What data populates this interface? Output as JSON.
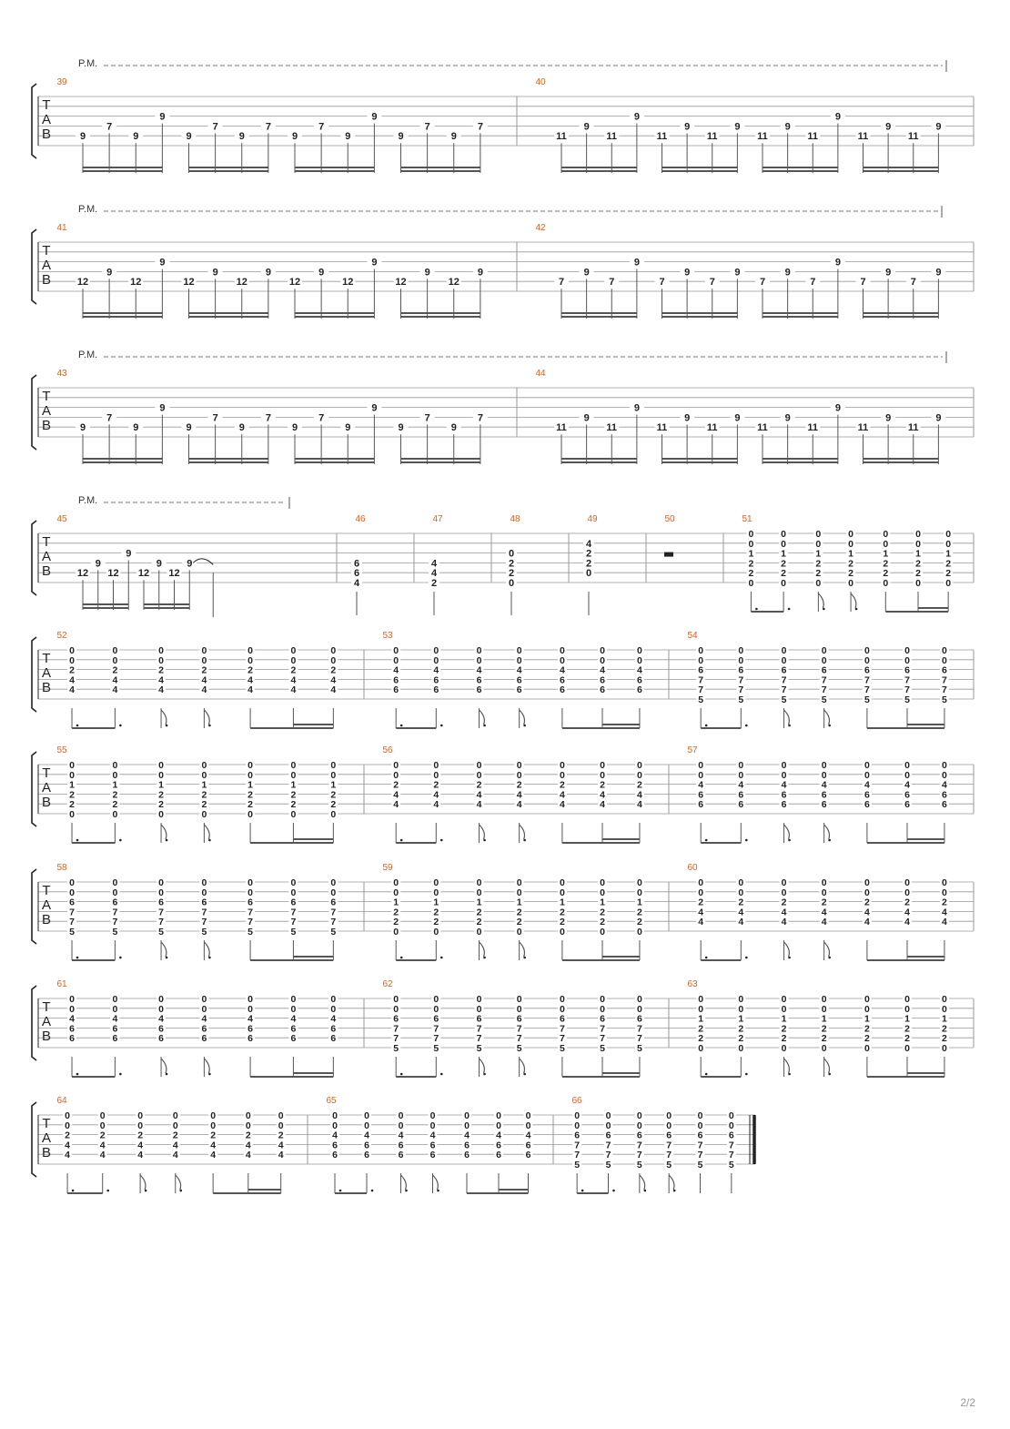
{
  "tab_letters": [
    "T",
    "A",
    "B"
  ],
  "pm_label": "P.M.",
  "page_number": "2/2",
  "systems": [
    {
      "pm": true,
      "measures": [
        {
          "number": "39",
          "kind": "pm16",
          "notes": [
            [
              "9",
              "A"
            ],
            [
              "7",
              "D"
            ],
            [
              "9",
              "A"
            ],
            [
              "9",
              "G"
            ],
            [
              "9",
              "A"
            ],
            [
              "7",
              "D"
            ],
            [
              "9",
              "A"
            ],
            [
              "7",
              "D"
            ],
            [
              "9",
              "A"
            ],
            [
              "7",
              "D"
            ],
            [
              "9",
              "A"
            ],
            [
              "9",
              "G"
            ],
            [
              "9",
              "A"
            ],
            [
              "7",
              "D"
            ],
            [
              "9",
              "A"
            ],
            [
              "7",
              "D"
            ]
          ]
        },
        {
          "number": "40",
          "kind": "pm16",
          "notes": [
            [
              "11",
              "A"
            ],
            [
              "9",
              "D"
            ],
            [
              "11",
              "A"
            ],
            [
              "9",
              "G"
            ],
            [
              "11",
              "A"
            ],
            [
              "9",
              "D"
            ],
            [
              "11",
              "A"
            ],
            [
              "9",
              "D"
            ],
            [
              "11",
              "A"
            ],
            [
              "9",
              "D"
            ],
            [
              "11",
              "A"
            ],
            [
              "9",
              "G"
            ],
            [
              "11",
              "A"
            ],
            [
              "9",
              "D"
            ],
            [
              "11",
              "A"
            ],
            [
              "9",
              "D"
            ]
          ]
        }
      ]
    },
    {
      "pm": true,
      "measures": [
        {
          "number": "41",
          "kind": "pm16",
          "notes": [
            [
              "12",
              "A"
            ],
            [
              "9",
              "D"
            ],
            [
              "12",
              "A"
            ],
            [
              "9",
              "G"
            ],
            [
              "12",
              "A"
            ],
            [
              "9",
              "D"
            ],
            [
              "12",
              "A"
            ],
            [
              "9",
              "D"
            ],
            [
              "12",
              "A"
            ],
            [
              "9",
              "D"
            ],
            [
              "12",
              "A"
            ],
            [
              "9",
              "G"
            ],
            [
              "12",
              "A"
            ],
            [
              "9",
              "D"
            ],
            [
              "12",
              "A"
            ],
            [
              "9",
              "D"
            ]
          ]
        },
        {
          "number": "42",
          "kind": "pm16",
          "notes": [
            [
              "7",
              "A"
            ],
            [
              "9",
              "D"
            ],
            [
              "7",
              "A"
            ],
            [
              "9",
              "G"
            ],
            [
              "7",
              "A"
            ],
            [
              "9",
              "D"
            ],
            [
              "7",
              "A"
            ],
            [
              "9",
              "D"
            ],
            [
              "7",
              "A"
            ],
            [
              "9",
              "D"
            ],
            [
              "7",
              "A"
            ],
            [
              "9",
              "G"
            ],
            [
              "7",
              "A"
            ],
            [
              "9",
              "D"
            ],
            [
              "7",
              "A"
            ],
            [
              "9",
              "D"
            ]
          ]
        }
      ]
    },
    {
      "pm": true,
      "measures": [
        {
          "number": "43",
          "kind": "pm16",
          "notes": [
            [
              "9",
              "A"
            ],
            [
              "7",
              "D"
            ],
            [
              "9",
              "A"
            ],
            [
              "9",
              "G"
            ],
            [
              "9",
              "A"
            ],
            [
              "7",
              "D"
            ],
            [
              "9",
              "A"
            ],
            [
              "7",
              "D"
            ],
            [
              "9",
              "A"
            ],
            [
              "7",
              "D"
            ],
            [
              "9",
              "A"
            ],
            [
              "9",
              "G"
            ],
            [
              "9",
              "A"
            ],
            [
              "7",
              "D"
            ],
            [
              "9",
              "A"
            ],
            [
              "7",
              "D"
            ]
          ]
        },
        {
          "number": "44",
          "kind": "pm16",
          "notes": [
            [
              "11",
              "A"
            ],
            [
              "9",
              "D"
            ],
            [
              "11",
              "A"
            ],
            [
              "9",
              "G"
            ],
            [
              "11",
              "A"
            ],
            [
              "9",
              "D"
            ],
            [
              "11",
              "A"
            ],
            [
              "9",
              "D"
            ],
            [
              "11",
              "A"
            ],
            [
              "9",
              "D"
            ],
            [
              "11",
              "A"
            ],
            [
              "9",
              "G"
            ],
            [
              "11",
              "A"
            ],
            [
              "9",
              "D"
            ],
            [
              "11",
              "A"
            ],
            [
              "9",
              "D"
            ]
          ]
        }
      ]
    },
    {
      "pm": true,
      "measures": [
        {
          "number": "45",
          "kind": "pm8",
          "notes": [
            [
              "12",
              "A"
            ],
            [
              "9",
              "D"
            ],
            [
              "12",
              "A"
            ],
            [
              "9",
              "G"
            ],
            [
              "12",
              "A"
            ],
            [
              "9",
              "D"
            ],
            [
              "12",
              "A"
            ],
            [
              "9",
              "D"
            ]
          ]
        },
        {
          "number": "46",
          "kind": "chord",
          "frets": [
            "",
            "",
            "",
            "6",
            "6",
            "4"
          ]
        },
        {
          "number": "47",
          "kind": "chord",
          "frets": [
            "",
            "",
            "",
            "4",
            "4",
            "2"
          ]
        },
        {
          "number": "48",
          "kind": "chord",
          "frets": [
            "",
            "",
            "0",
            "2",
            "2",
            "0"
          ]
        },
        {
          "number": "49",
          "kind": "chord",
          "frets": [
            "",
            "4",
            "2",
            "2",
            "0",
            ""
          ]
        },
        {
          "number": "50",
          "kind": "rest"
        },
        {
          "number": "51",
          "kind": "rhythm",
          "chord": [
            "0",
            "0",
            "1",
            "2",
            "2",
            "0"
          ]
        }
      ]
    },
    {
      "pm": false,
      "measures": [
        {
          "number": "52",
          "kind": "rhythm",
          "chord": [
            "0",
            "0",
            "2",
            "4",
            "4",
            ""
          ]
        },
        {
          "number": "53",
          "kind": "rhythm",
          "chord": [
            "0",
            "0",
            "4",
            "6",
            "6",
            ""
          ]
        },
        {
          "number": "54",
          "kind": "rhythm",
          "chord": [
            "0",
            "0",
            "6",
            "7",
            "7",
            "5"
          ]
        }
      ]
    },
    {
      "pm": false,
      "measures": [
        {
          "number": "55",
          "kind": "rhythm",
          "chord": [
            "0",
            "0",
            "1",
            "2",
            "2",
            "0"
          ]
        },
        {
          "number": "56",
          "kind": "rhythm",
          "chord": [
            "0",
            "0",
            "2",
            "4",
            "4",
            ""
          ]
        },
        {
          "number": "57",
          "kind": "rhythm",
          "chord": [
            "0",
            "0",
            "4",
            "6",
            "6",
            ""
          ]
        }
      ]
    },
    {
      "pm": false,
      "measures": [
        {
          "number": "58",
          "kind": "rhythm",
          "chord": [
            "0",
            "0",
            "6",
            "7",
            "7",
            "5"
          ]
        },
        {
          "number": "59",
          "kind": "rhythm",
          "chord": [
            "0",
            "0",
            "1",
            "2",
            "2",
            "0"
          ]
        },
        {
          "number": "60",
          "kind": "rhythm",
          "chord": [
            "0",
            "0",
            "2",
            "4",
            "4",
            ""
          ]
        }
      ]
    },
    {
      "pm": false,
      "measures": [
        {
          "number": "61",
          "kind": "rhythm",
          "chord": [
            "0",
            "0",
            "4",
            "6",
            "6",
            ""
          ]
        },
        {
          "number": "62",
          "kind": "rhythm",
          "chord": [
            "0",
            "0",
            "6",
            "7",
            "7",
            "5"
          ]
        },
        {
          "number": "63",
          "kind": "rhythm",
          "chord": [
            "0",
            "0",
            "1",
            "2",
            "2",
            "0"
          ]
        }
      ]
    },
    {
      "pm": false,
      "measures": [
        {
          "number": "64",
          "kind": "rhythm",
          "chord": [
            "0",
            "0",
            "2",
            "4",
            "4",
            ""
          ]
        },
        {
          "number": "65",
          "kind": "rhythm",
          "chord": [
            "0",
            "0",
            "4",
            "6",
            "6",
            ""
          ]
        },
        {
          "number": "66",
          "kind": "rhythm_end",
          "chord": [
            "0",
            "0",
            "6",
            "7",
            "7",
            "5"
          ]
        }
      ]
    }
  ]
}
